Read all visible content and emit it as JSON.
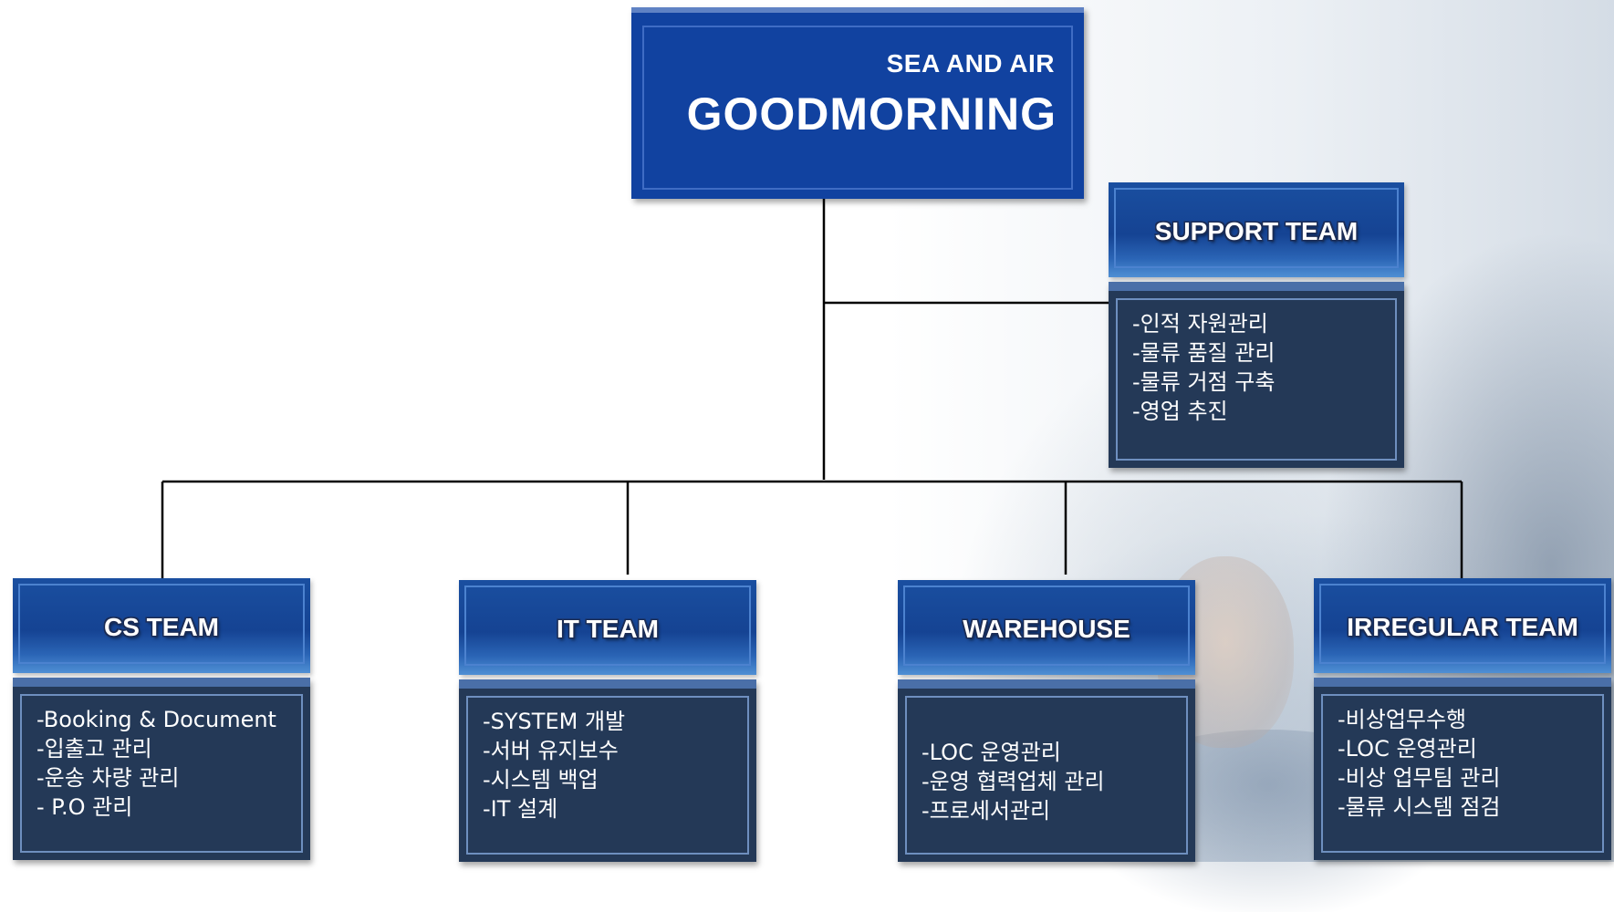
{
  "company": {
    "subtitle": "SEA AND AIR",
    "name": "GOODMORNING"
  },
  "support_team": {
    "title": "SUPPORT TEAM",
    "items": [
      "-인적 자원관리",
      "-물류 품질 관리",
      "-물류 거점 구축",
      "-영업 추진"
    ]
  },
  "teams": [
    {
      "title": "CS TEAM",
      "items": [
        "-Booking & Document",
        "-입출고 관리",
        "-운송 차량 관리",
        "- P.O 관리"
      ]
    },
    {
      "title": "IT TEAM",
      "items": [
        "-SYSTEM 개발",
        "-서버 유지보수",
        "-시스템 백업",
        "-IT 설계"
      ]
    },
    {
      "title": "WAREHOUSE",
      "items": [
        "-LOC 운영관리",
        "-운영 협력업체 관리",
        "-프로세서관리"
      ]
    },
    {
      "title": "IRREGULAR TEAM",
      "items": [
        "-비상업무수행",
        "-LOC 운영관리",
        "-비상 업무팀 관리",
        "-물류 시스템 점검"
      ]
    }
  ],
  "colors": {
    "top_box": "#1142a0",
    "header_box": "#154393",
    "detail_box": "#243957",
    "connector": "#000000"
  }
}
